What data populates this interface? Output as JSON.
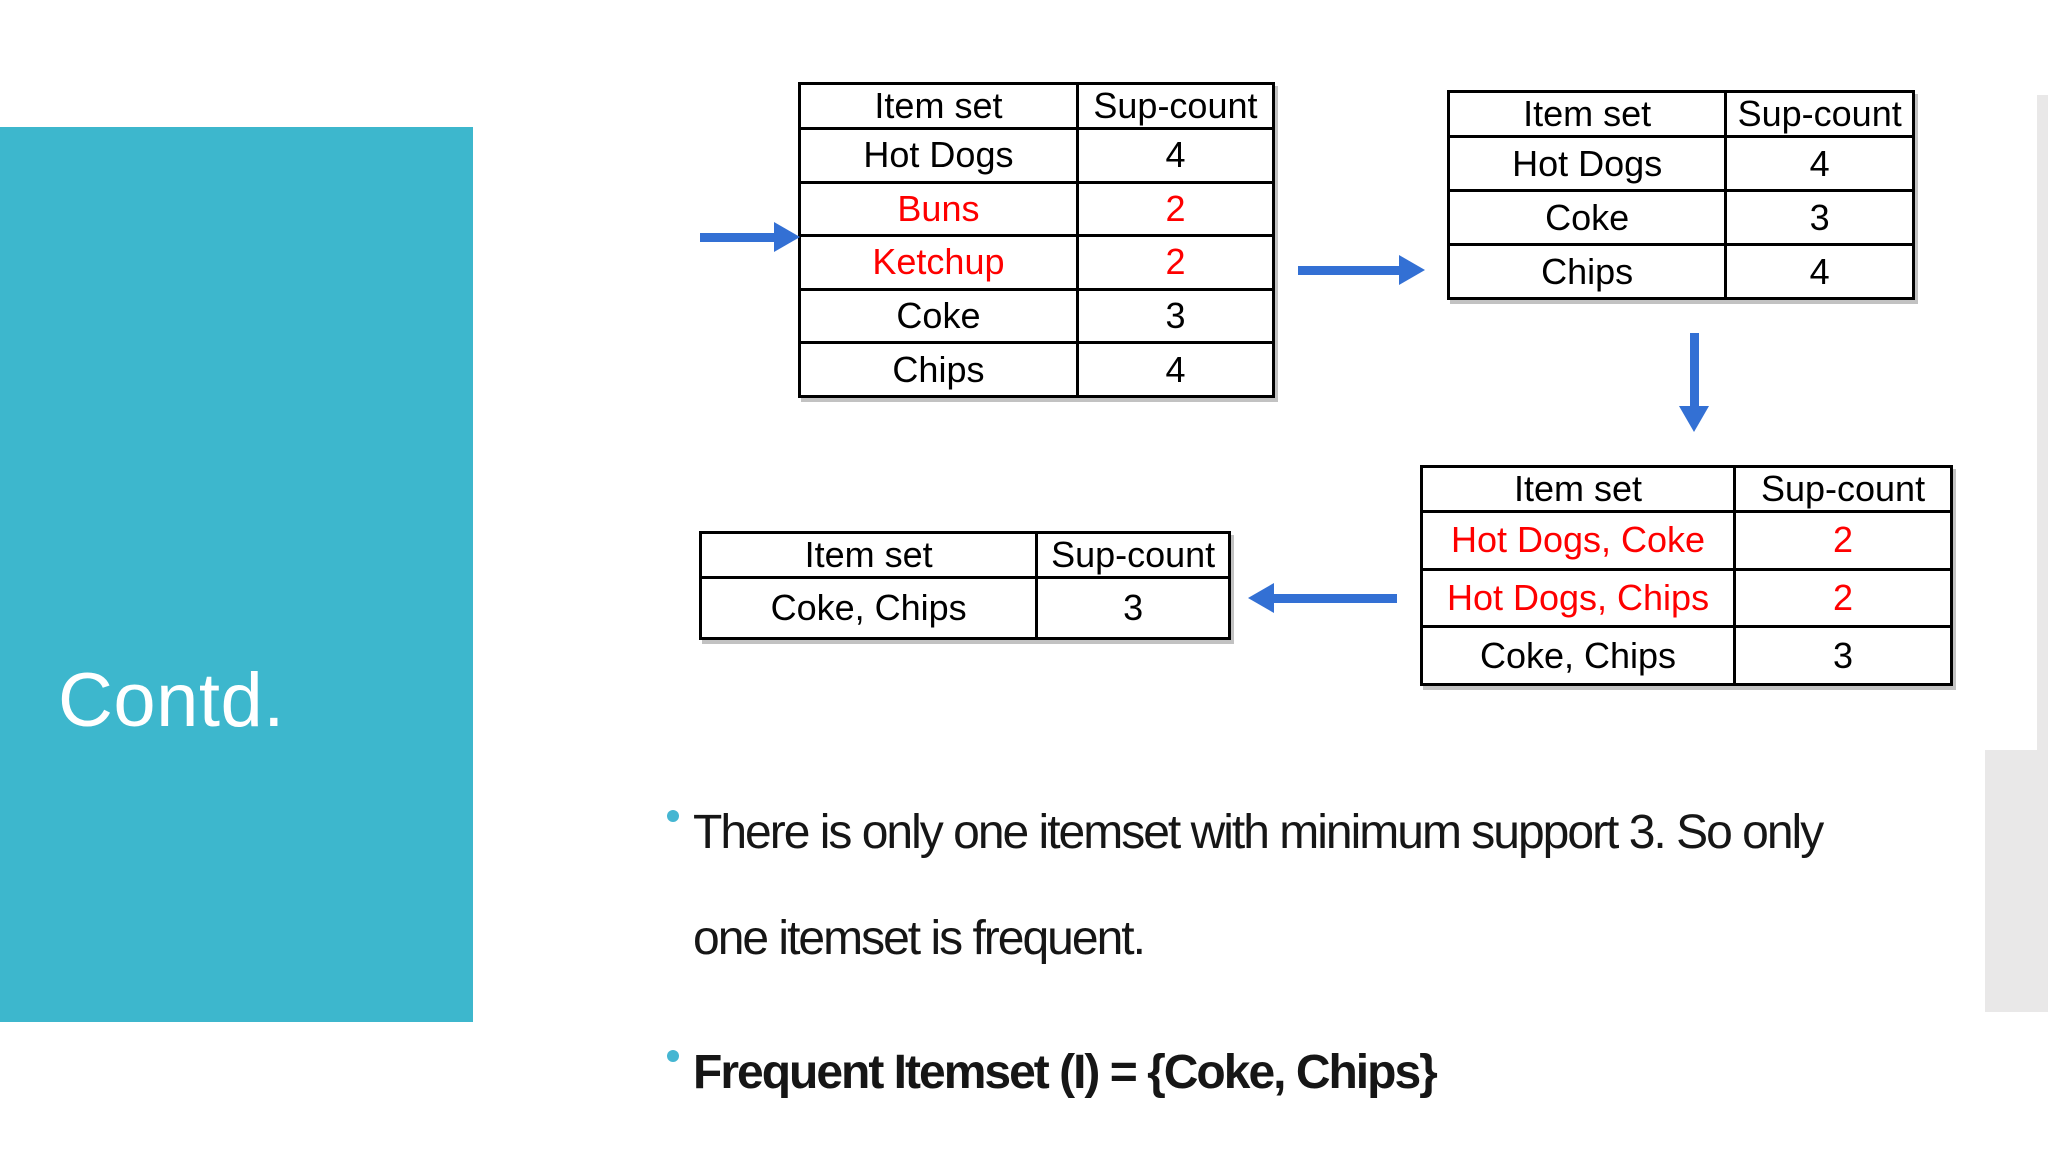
{
  "slide_title": "Contd.",
  "colors": {
    "accent_teal": "#3db7cd",
    "arrow_blue": "#3370d4",
    "highlight_red": "#fe0000",
    "scrollbar_gray": "#e9e8e8"
  },
  "tables": [
    {
      "id": "candidate-1-itemsets",
      "headers": [
        "Item set",
        "Sup-count"
      ],
      "rows": [
        {
          "itemset": "Hot Dogs",
          "sup_count": "4",
          "highlighted": false
        },
        {
          "itemset": "Buns",
          "sup_count": "2",
          "highlighted": true
        },
        {
          "itemset": "Ketchup",
          "sup_count": "2",
          "highlighted": true
        },
        {
          "itemset": "Coke",
          "sup_count": "3",
          "highlighted": false
        },
        {
          "itemset": "Chips",
          "sup_count": "4",
          "highlighted": false
        }
      ]
    },
    {
      "id": "frequent-1-itemsets",
      "headers": [
        "Item set",
        "Sup-count"
      ],
      "rows": [
        {
          "itemset": "Hot Dogs",
          "sup_count": "4",
          "highlighted": false
        },
        {
          "itemset": "Coke",
          "sup_count": "3",
          "highlighted": false
        },
        {
          "itemset": "Chips",
          "sup_count": "4",
          "highlighted": false
        }
      ]
    },
    {
      "id": "candidate-2-itemsets",
      "headers": [
        "Item set",
        "Sup-count"
      ],
      "rows": [
        {
          "itemset": "Hot Dogs, Coke",
          "sup_count": "2",
          "highlighted": true
        },
        {
          "itemset": "Hot Dogs, Chips",
          "sup_count": "2",
          "highlighted": true
        },
        {
          "itemset": "Coke, Chips",
          "sup_count": "3",
          "highlighted": false
        }
      ]
    },
    {
      "id": "frequent-2-itemsets",
      "headers": [
        "Item set",
        "Sup-count"
      ],
      "rows": [
        {
          "itemset": "Coke, Chips",
          "sup_count": "3",
          "highlighted": false
        }
      ]
    }
  ],
  "bullets": [
    {
      "bold": false,
      "lines": [
        "There is only one itemset with minimum support 3. So only",
        "one itemset is frequent."
      ]
    },
    {
      "bold": true,
      "lines": [
        "Frequent Itemset (I) = {Coke, Chips}"
      ]
    }
  ]
}
